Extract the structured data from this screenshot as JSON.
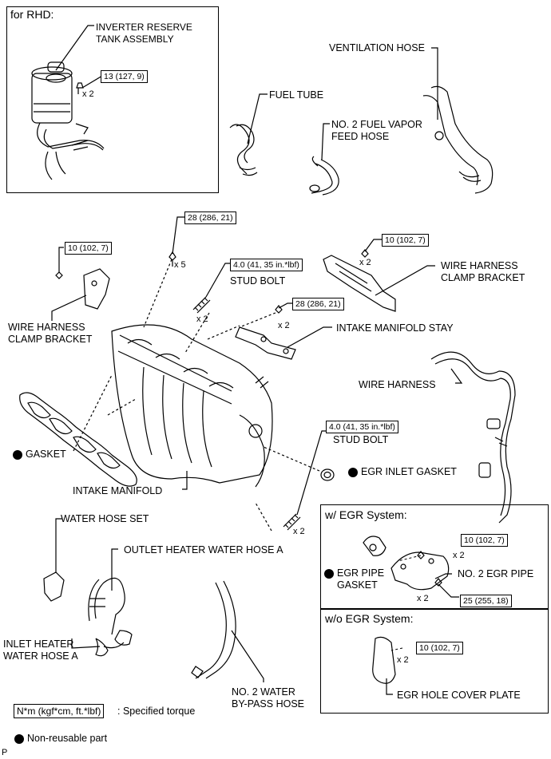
{
  "rhd": {
    "title": "for RHD:",
    "tank": "INVERTER RESERVE\nTANK ASSEMBLY",
    "torque": "13 (127, 9)",
    "qty": "x 2"
  },
  "top": {
    "ventilation_hose": "VENTILATION HOSE",
    "fuel_tube": "FUEL TUBE",
    "vapor_hose": "NO. 2 FUEL VAPOR\nFEED HOSE"
  },
  "torques": {
    "t28a": "28 (286, 21)",
    "t10a": "10 (102, 7)",
    "t10b": "10 (102, 7)",
    "t40a": "4.0 (41, 35 in.*lbf)",
    "t28b": "28 (286, 21)",
    "t40b": "4.0 (41, 35 in.*lbf)",
    "t10c": "10 (102, 7)",
    "t25": "25 (255, 18)",
    "t10d": "10 (102, 7)"
  },
  "qty": {
    "x5": "x 5",
    "x2a": "x 2",
    "x2b": "x 2",
    "x2c": "x 2",
    "x2d": "x 2",
    "x2e": "x 2",
    "x2f": "x 2",
    "x2g": "x 2"
  },
  "labels": {
    "stud_bolt_1": "STUD BOLT",
    "stud_bolt_2": "STUD BOLT",
    "wire_harness_clamp_right": "WIRE HARNESS\nCLAMP BRACKET",
    "wire_harness_clamp_left": "WIRE HARNESS\nCLAMP BRACKET",
    "intake_manifold_stay": "INTAKE MANIFOLD STAY",
    "wire_harness": "WIRE HARNESS",
    "gasket": "GASKET",
    "intake_manifold": "INTAKE MANIFOLD",
    "egr_inlet_gasket": "EGR INLET GASKET",
    "water_hose_set": "WATER HOSE SET",
    "outlet_heater": "OUTLET HEATER WATER HOSE A",
    "inlet_heater": "INLET HEATER\nWATER HOSE A",
    "bypass_hose": "NO. 2 WATER\nBY-PASS HOSE"
  },
  "egr": {
    "with_title": "w/ EGR System:",
    "pipe_gasket": "EGR PIPE\nGASKET",
    "no2_pipe": "NO. 2 EGR PIPE",
    "without_title": "w/o EGR System:",
    "cover_plate": "EGR HOLE COVER PLATE"
  },
  "legend": {
    "torque_box": "N*m (kgf*cm, ft.*lbf)",
    "torque_text": ": Specified torque",
    "nonreusable": "Non-reusable part"
  },
  "corner": "P"
}
